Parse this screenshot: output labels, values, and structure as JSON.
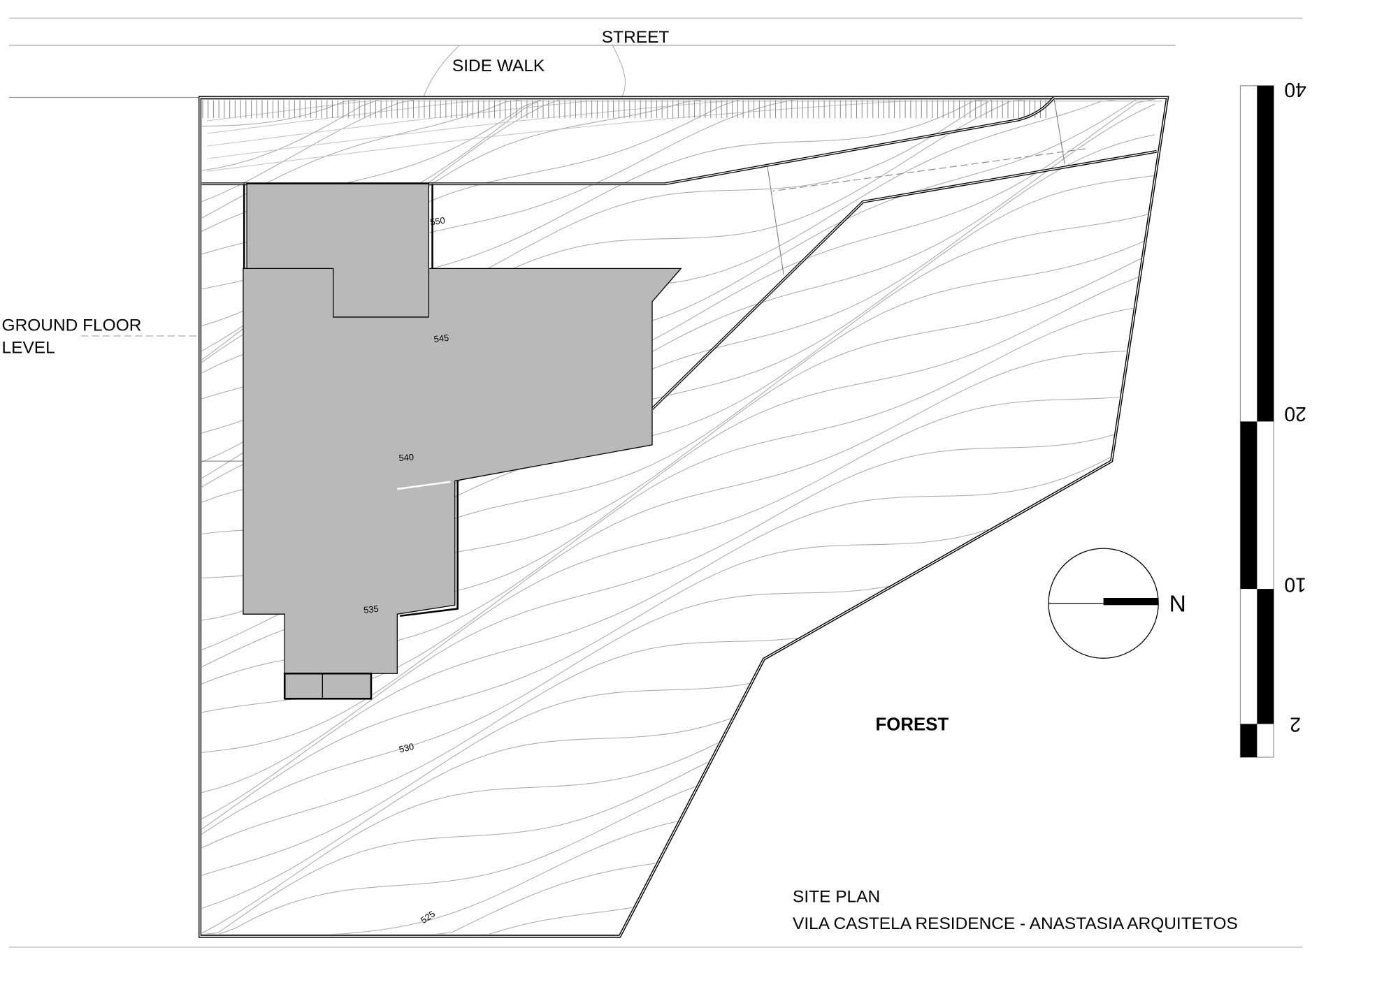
{
  "labels": {
    "street": "STREET",
    "sidewalk": "SIDE WALK",
    "ground_floor_1": "GROUND FLOOR",
    "ground_floor_2": "LEVEL",
    "forest": "FOREST",
    "north": "N",
    "title": "SITE PLAN",
    "subtitle": "VILA CASTELA RESIDENCE - ANASTASIA ARQUITETOS"
  },
  "elevations": [
    "550",
    "545",
    "540",
    "535",
    "530",
    "525"
  ],
  "scale_bar": {
    "ticks": [
      "40",
      "20",
      "10",
      "2"
    ]
  },
  "colors": {
    "building": "#b9b9b9",
    "contour": "#a8a8a8",
    "line": "#000000"
  }
}
